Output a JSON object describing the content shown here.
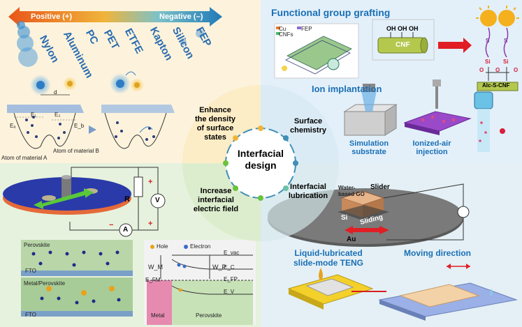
{
  "triboelectric_series": {
    "positive_label": "Positive (+)",
    "negative_label": "Negative (–)",
    "materials": [
      "Nylon",
      "Aluminum",
      "PC",
      "PET",
      "ETFE",
      "Kapton",
      "Silicon",
      "FEP"
    ],
    "atom_a_label": "Atom of material A",
    "atom_b_label": "Atom of material B",
    "distance_label": "d",
    "energy_labels": [
      "E₁",
      "E₂",
      "Eₐ",
      "E_b"
    ]
  },
  "center": {
    "title_line1": "Interfacial",
    "title_line2": "design",
    "enhance_line1": "Enhance",
    "enhance_line2": "the density",
    "enhance_line3": "of surface",
    "enhance_line4": "states",
    "surface_line1": "Surface",
    "surface_line2": "chemistry",
    "lubrication_line1": "Interfacial",
    "lubrication_line2": "lubrication",
    "field_line1": "Increase",
    "field_line2": "interfacial",
    "field_line3": "electric field"
  },
  "top_right": {
    "title": "Functional group grafting",
    "cnf_label": "CNF",
    "oh_labels": [
      "OH",
      "OH",
      "OH"
    ],
    "alc_label": "Alc-S-CNF",
    "legend_items": [
      "Cu",
      "FEP",
      "CNFs"
    ],
    "ion_title": "Ion implantation",
    "sim_line1": "Simulation",
    "sim_line2": "substrate",
    "ion_air_line1": "Ionized-air",
    "ion_air_line2": "injection",
    "chem_letters": [
      "S",
      "S",
      "Si",
      "Si",
      "O",
      "O",
      "O"
    ]
  },
  "bottom_left": {
    "r_label": "R",
    "v_label": "V",
    "a_label": "A",
    "perovskite_label": "Perovskite",
    "fto_label": "FTO",
    "metal_perovskite_label": "Metal/Perovskite",
    "fto_label2": "FTO",
    "hole_label": "Hole",
    "electron_label": "Electron",
    "wm_label": "W_M",
    "wp_label": "W_P",
    "evac_label": "E_vac",
    "ec_label": "E_C",
    "efm_label": "E_FM",
    "efp_label": "E_FP",
    "ev_label": "E_V",
    "metal_label": "Metal",
    "perovskite_label2": "Perovskite"
  },
  "bottom_right": {
    "water_line1": "Water-",
    "water_line2": "based GO",
    "slider_label": "Slider",
    "si_label": "Si",
    "au_label": "Au",
    "sliding_label": "Sliding",
    "teng_line1": "Liquid-lubricated",
    "teng_line2": "slide-mode TENG",
    "moving_label": "Moving direction"
  },
  "colors": {
    "q_tl": "#fdf3dc",
    "q_tr": "#e3f0fa",
    "q_bl": "#e6f2de",
    "q_br": "#e4f0f5",
    "accent_blue": "#1a6fb5",
    "circle_ring": "#3f8fb8"
  }
}
